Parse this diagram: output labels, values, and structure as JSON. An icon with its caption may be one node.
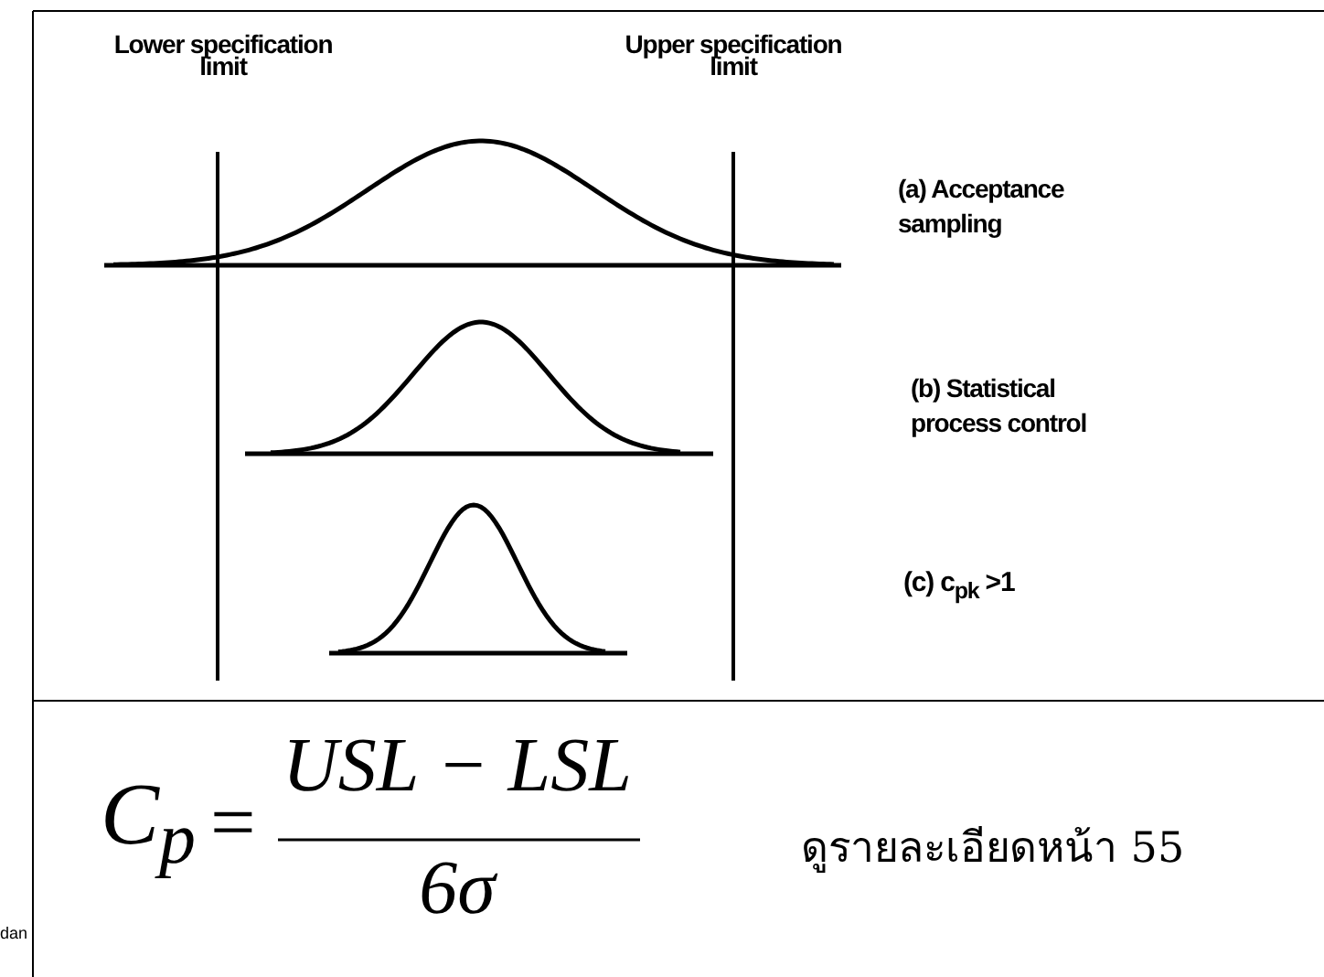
{
  "diagram": {
    "labels": [
      "Lower specification limit",
      "Upper specification limit",
      "(a) Acceptance sampling",
      "(b) Statistical process control",
      "(c) c$_{pk}$ >1",
      "C$_{p}$",
      "=",
      "USL − LSL",
      "6σ",
      "ดูรายละเอียดหน้า 55",
      "dan"
    ]
  }
}
